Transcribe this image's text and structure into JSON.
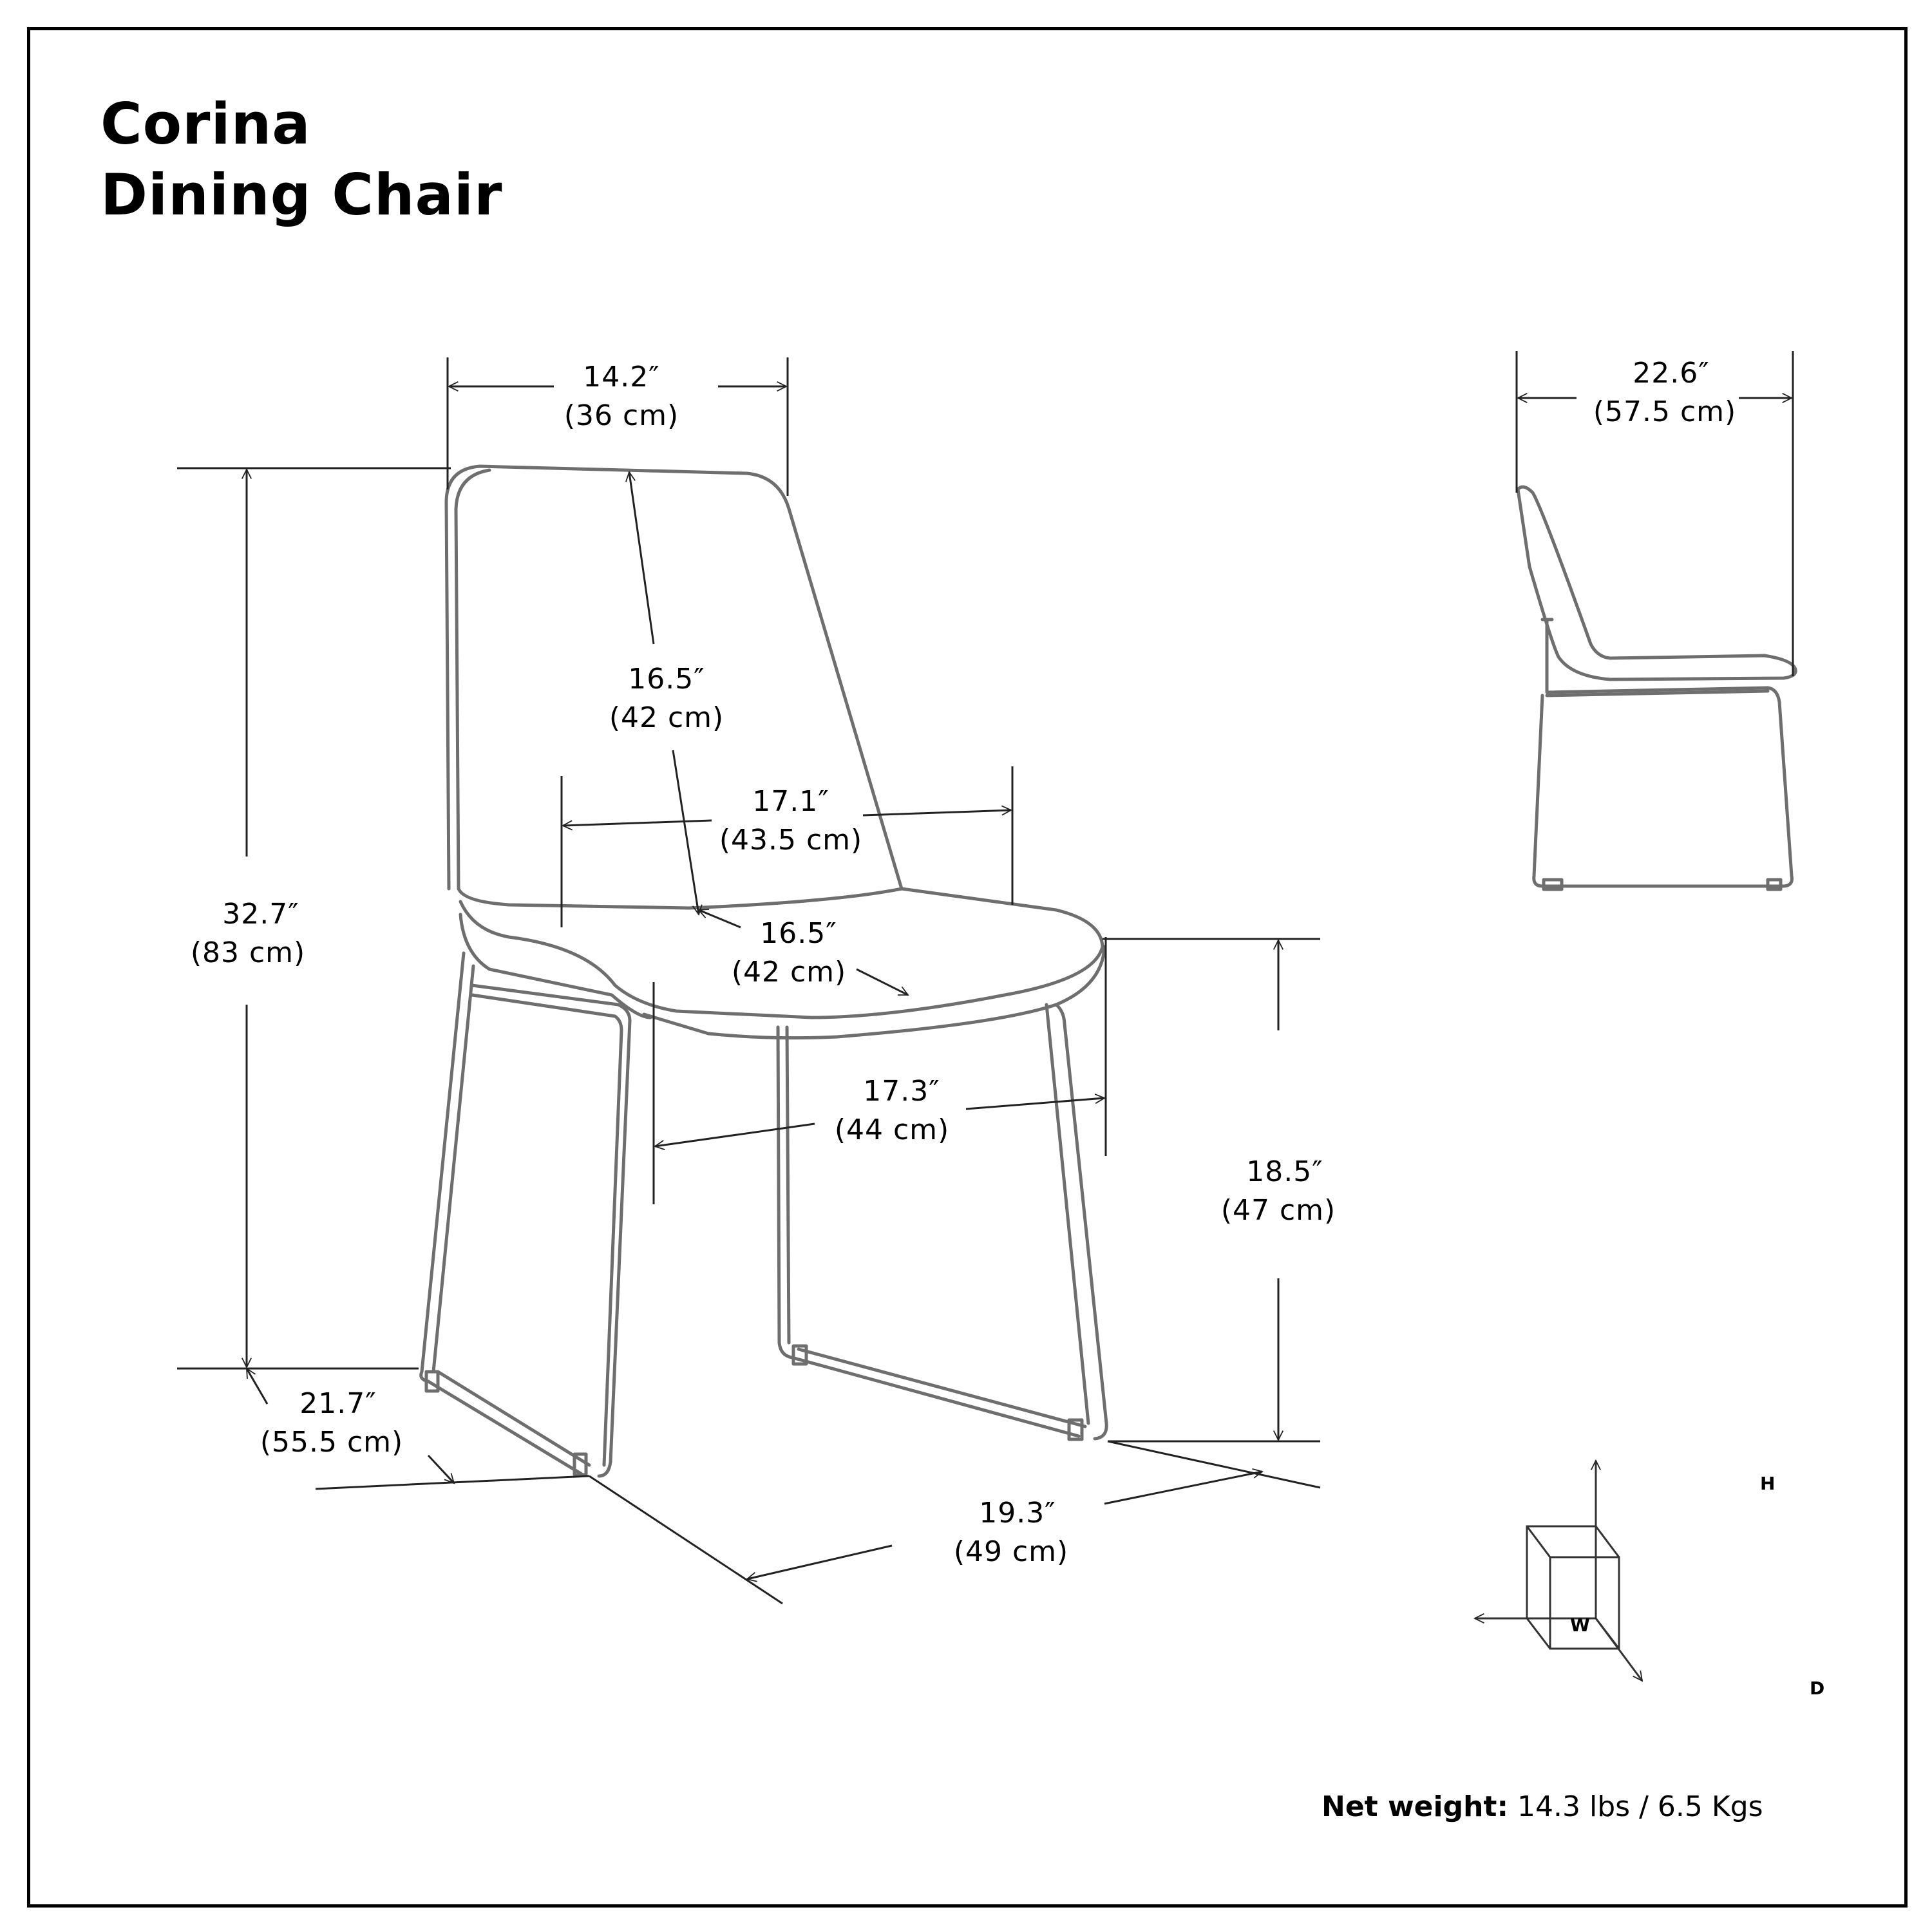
{
  "title": {
    "line1": "Corina",
    "line2": "Dining Chair"
  },
  "dimensions": {
    "back_width": {
      "imperial": "14.2″",
      "metric": "(36 cm)"
    },
    "overall_height": {
      "imperial": "32.7″",
      "metric": "(83 cm)"
    },
    "back_height": {
      "imperial": "16.5″",
      "metric": "(42 cm)"
    },
    "seat_width_back": {
      "imperial": "17.1″",
      "metric": "(43.5 cm)"
    },
    "seat_depth": {
      "imperial": "16.5″",
      "metric": "(42 cm)"
    },
    "seat_width": {
      "imperial": "17.3″",
      "metric": "(44 cm)"
    },
    "seat_height": {
      "imperial": "18.5″",
      "metric": "(47 cm)"
    },
    "overall_depth": {
      "imperial": "21.7″",
      "metric": "(55.5 cm)"
    },
    "overall_width": {
      "imperial": "19.3″",
      "metric": "(49 cm)"
    },
    "side_depth": {
      "imperial": "22.6″",
      "metric": "(57.5 cm)"
    }
  },
  "axes_legend": {
    "h": "H",
    "w": "W",
    "d": "D"
  },
  "net_weight": {
    "label": "Net weight:",
    "value": "14.3 lbs / 6.5 Kgs"
  },
  "colors": {
    "outline": "#6e6e6e",
    "dimension_line": "#222222",
    "text": "#000000"
  }
}
